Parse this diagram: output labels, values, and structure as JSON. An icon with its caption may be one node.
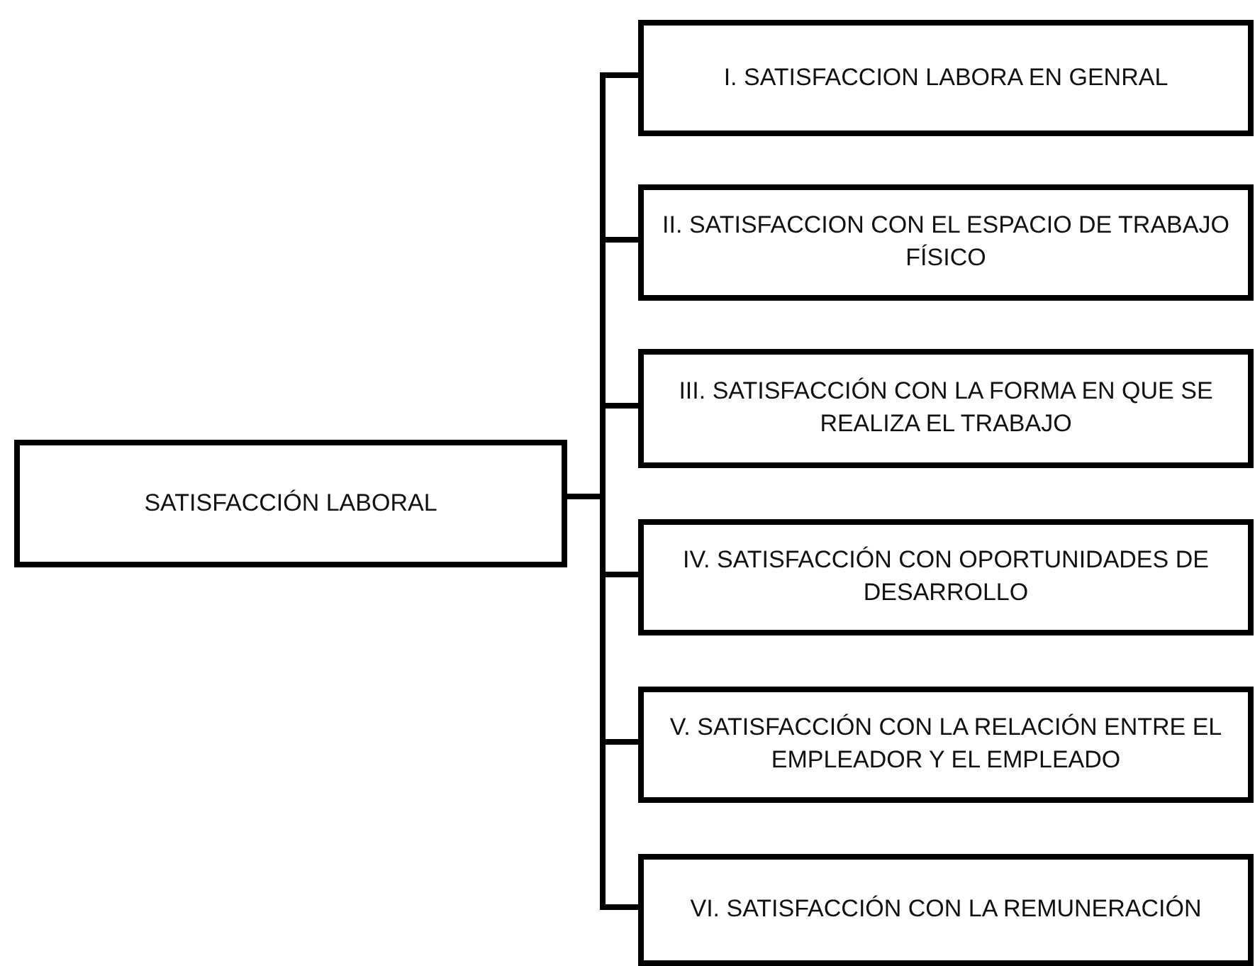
{
  "diagram": {
    "nodes": [
      {
        "text": [
          "SATISFACCIÓN LABORAL"
        ]
      },
      {
        "text": [
          "I. SATISFACCION LABORA EN GENRAL"
        ]
      },
      {
        "text": [
          "II. SATISFACCION CON EL ESPACIO DE TRABAJO FÍSICO"
        ]
      },
      {
        "text": [
          "III. SATISFACCIÓN CON LA FORMA EN QUE SE REALIZA EL TRABAJO"
        ]
      },
      {
        "text": [
          "IV. SATISFACCIÓN CON OPORTUNIDADES DE DESARROLLO"
        ]
      },
      {
        "text": [
          "V. SATISFACCIÓN CON LA RELACIÓN ENTRE EL EMPLEADOR Y EL EMPLEADO"
        ]
      },
      {
        "text": [
          "VI. SATISFACCIÓN CON LA REMUNERACIÓN"
        ]
      }
    ],
    "edges": [
      {
        "from": 0,
        "to": 1,
        "arrow": "none"
      },
      {
        "from": 0,
        "to": 2,
        "arrow": "none"
      },
      {
        "from": 0,
        "to": 3,
        "arrow": "none"
      },
      {
        "from": 0,
        "to": 4,
        "arrow": "none"
      },
      {
        "from": 0,
        "to": 5,
        "arrow": "none"
      },
      {
        "from": 0,
        "to": 6,
        "arrow": "none"
      }
    ]
  }
}
